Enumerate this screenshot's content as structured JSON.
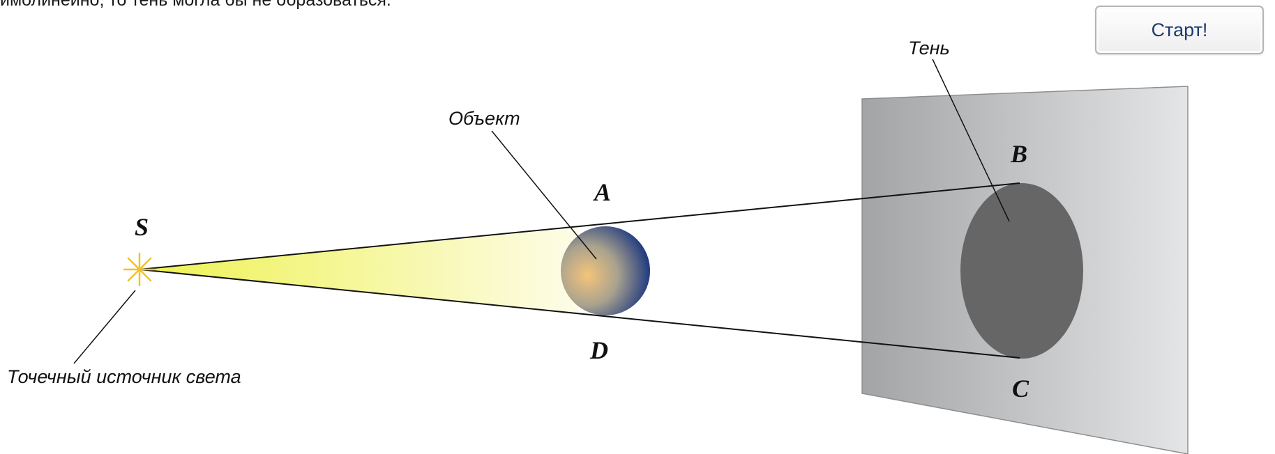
{
  "header": {
    "intro_fragment": "имолинейно, то тень могла бы не образоваться."
  },
  "controls": {
    "start_label": "Старт!"
  },
  "diagram": {
    "labels": {
      "shadow": "Тень",
      "object": "Объект",
      "source": "Точечный источник света"
    },
    "points": {
      "S": "S",
      "A": "A",
      "B": "B",
      "C": "C",
      "D": "D"
    }
  },
  "colors": {
    "light_beam": "#eef250",
    "sphere_center": "#f1c27a",
    "sphere_edge": "#0f2f80",
    "screen_dark": "#a4a5a7",
    "screen_light": "#e3e4e6",
    "shadow": "#666666",
    "star": "#f4c21a"
  }
}
